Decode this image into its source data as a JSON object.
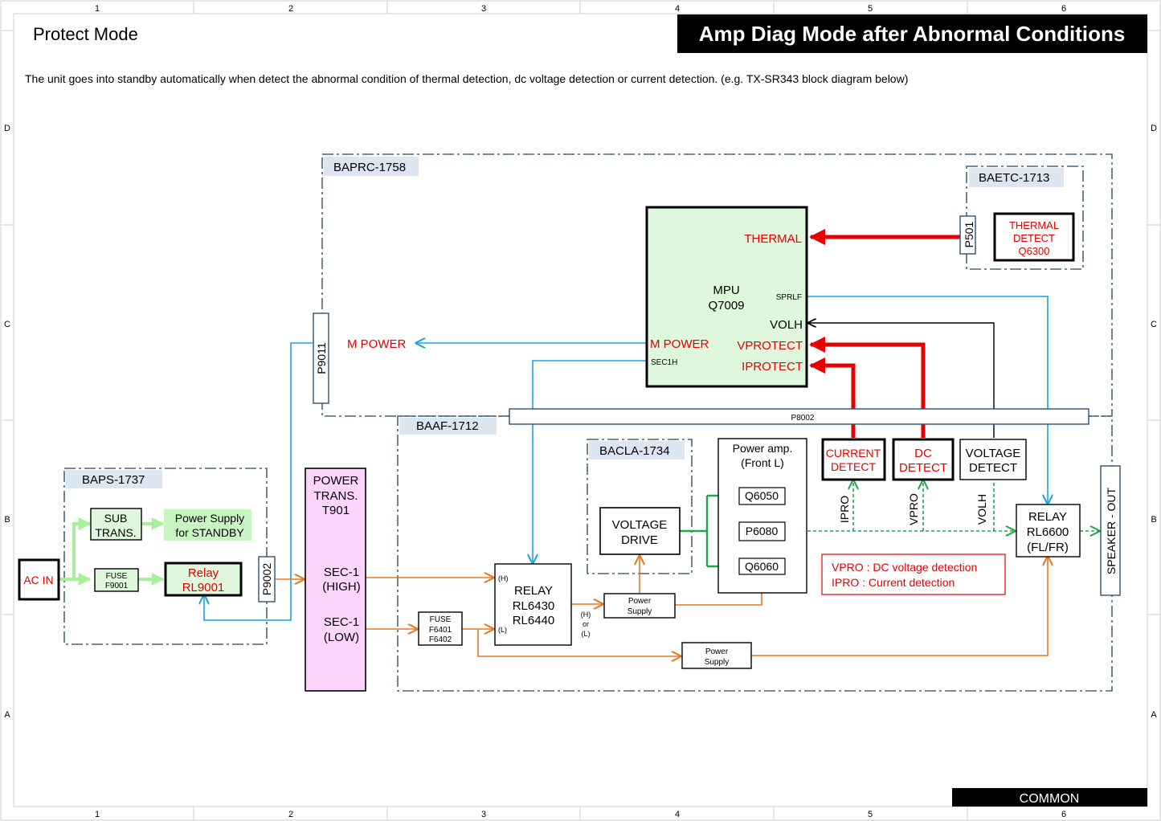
{
  "grid": {
    "columns": [
      "1",
      "2",
      "3",
      "4",
      "5",
      "6"
    ],
    "rows": [
      "D",
      "C",
      "B",
      "A"
    ]
  },
  "header": {
    "left_title": "Protect Mode",
    "right_title": "Amp Diag Mode after Abnormal Conditions",
    "description": "The unit goes into standby automatically when detect the abnormal condition of thermal detection, dc voltage detection or current detection. (e.g. TX-SR343 block diagram below)"
  },
  "footer": {
    "label": "COMMON"
  },
  "boards": {
    "baprc": "BAPRC-1758",
    "baetc": "BAETC-1713",
    "baaf": "BAAF-1712",
    "bacla": "BACLA-1734",
    "baps": "BAPS-1737"
  },
  "blocks": {
    "mpu": {
      "line1": "MPU",
      "line2": "Q7009"
    },
    "thermal_detect": {
      "line1": "THERMAL",
      "line2": "DETECT",
      "line3": "Q6300"
    },
    "p501": "P501",
    "p9011": "P9011",
    "p9002": "P9002",
    "p8002": "P8002",
    "ac_in": "AC IN",
    "sub_trans": {
      "line1": "SUB",
      "line2": "TRANS."
    },
    "standby_supply": {
      "line1": "Power Supply",
      "line2": "for STANDBY"
    },
    "fuse_f9001": {
      "line1": "FUSE",
      "line2": "F9001"
    },
    "relay_rl9001": {
      "line1": "Relay",
      "line2": "RL9001"
    },
    "power_trans": {
      "line1": "POWER",
      "line2": "TRANS.",
      "line3": "T901",
      "sec_high_1": "SEC-1",
      "sec_high_2": "(HIGH)",
      "sec_low_1": "SEC-1",
      "sec_low_2": "(LOW)"
    },
    "fuse_f6401": {
      "line1": "FUSE",
      "line2": "F6401",
      "line3": "F6402"
    },
    "relay_rl6430": {
      "line1": "RELAY",
      "line2": "RL6430",
      "line3": "RL6440",
      "h": "(H)",
      "l": "(L)"
    },
    "ps_small_1": {
      "line1": "Power",
      "line2": "Supply"
    },
    "ps_small_2": {
      "line1": "Power",
      "line2": "Supply"
    },
    "hl_note": {
      "line1": "(H)",
      "line2": "or",
      "line3": "(L)"
    },
    "voltage_drive": {
      "line1": "VOLTAGE",
      "line2": "DRIVE"
    },
    "power_amp": {
      "line1": "Power amp.",
      "line2": "(Front L)",
      "q6050": "Q6050",
      "p6080": "P6080",
      "q6060": "Q6060"
    },
    "current_detect": {
      "line1": "CURRENT",
      "line2": "DETECT"
    },
    "dc_detect": {
      "line1": "DC",
      "line2": "DETECT"
    },
    "voltage_detect": {
      "line1": "VOLTAGE",
      "line2": "DETECT"
    },
    "relay_rl6600": {
      "line1": "RELAY",
      "line2": "RL6600",
      "line3": "(FL/FR)"
    },
    "speaker_out": "SPEAKER - OUT"
  },
  "signals": {
    "thermal": "THERMAL",
    "sprlf": "SPRLF",
    "volh": "VOLH",
    "m_power_in": "M POWER",
    "m_power_out": "M POWER",
    "vprotect": "VPROTECT",
    "iprotect": "IPROTECT",
    "sec1h": "SEC1H",
    "ipro": "IPRO",
    "vpro": "VPRO",
    "volh_vert": "VOLH"
  },
  "legend": {
    "line1": "VPRO : DC voltage detection",
    "line2": "IPRO : Current detection"
  },
  "colors": {
    "red": "#e60000",
    "blue": "#1aa3e0",
    "orange": "#e87722",
    "green": "#19a84a",
    "light_green": "#a8ef9a",
    "mpu_fill": "#dff7dc",
    "trans_fill": "#fdd5fb",
    "board_label_bg": "#dce6f1",
    "dash_border": "#4a6478"
  }
}
